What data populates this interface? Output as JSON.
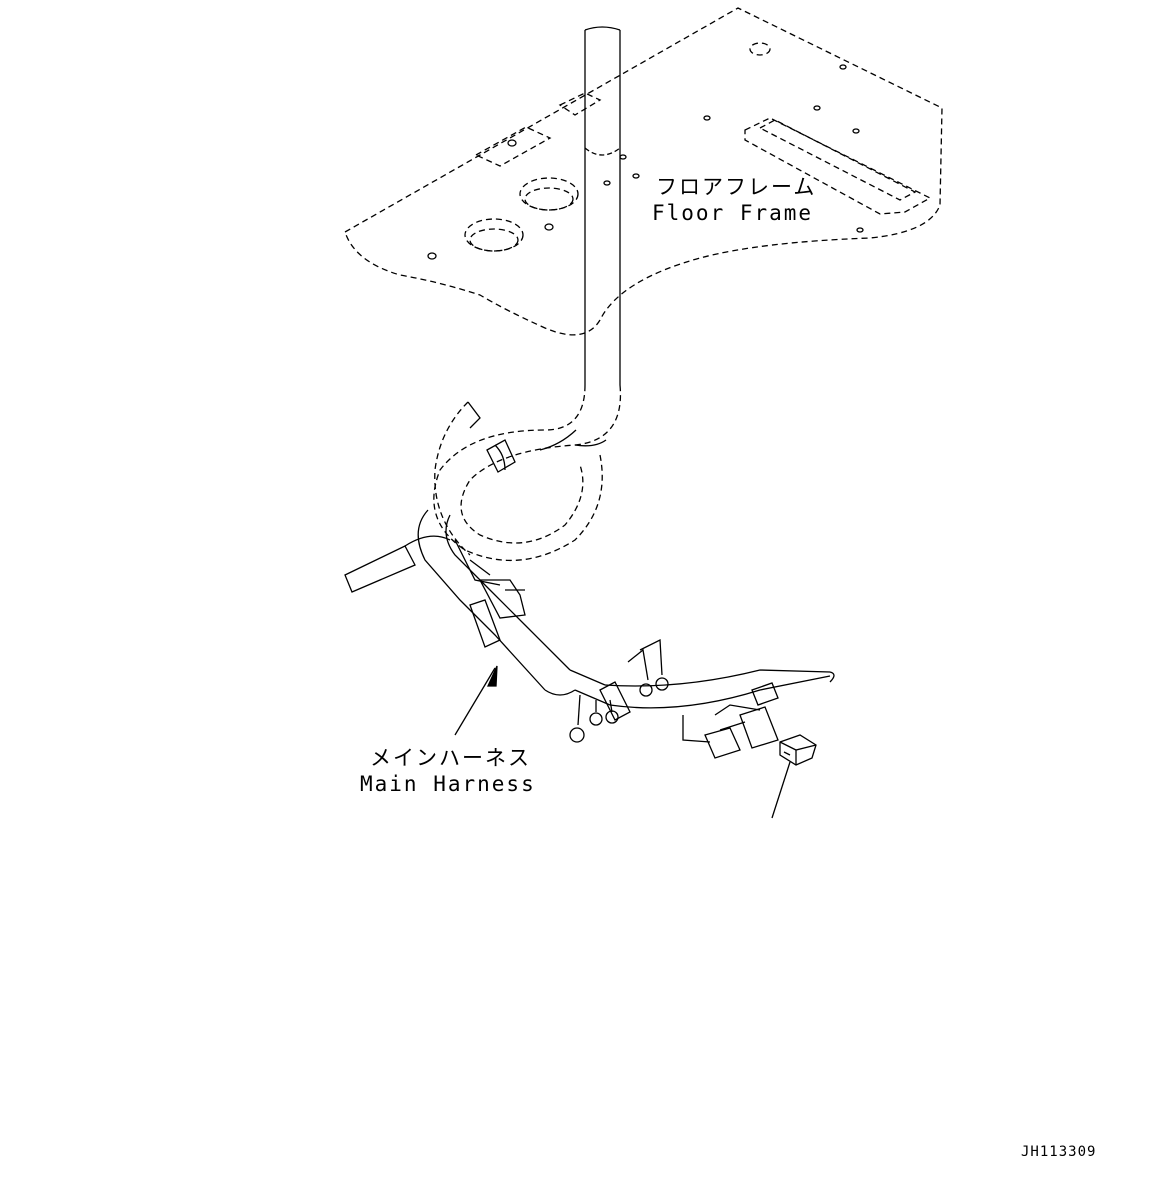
{
  "labels": {
    "floor_frame_jp": "フロアフレーム",
    "floor_frame_en": "Floor Frame",
    "main_harness_jp": "メインハーネス",
    "main_harness_en": "Main Harness"
  },
  "drawing_id": "JH113309"
}
